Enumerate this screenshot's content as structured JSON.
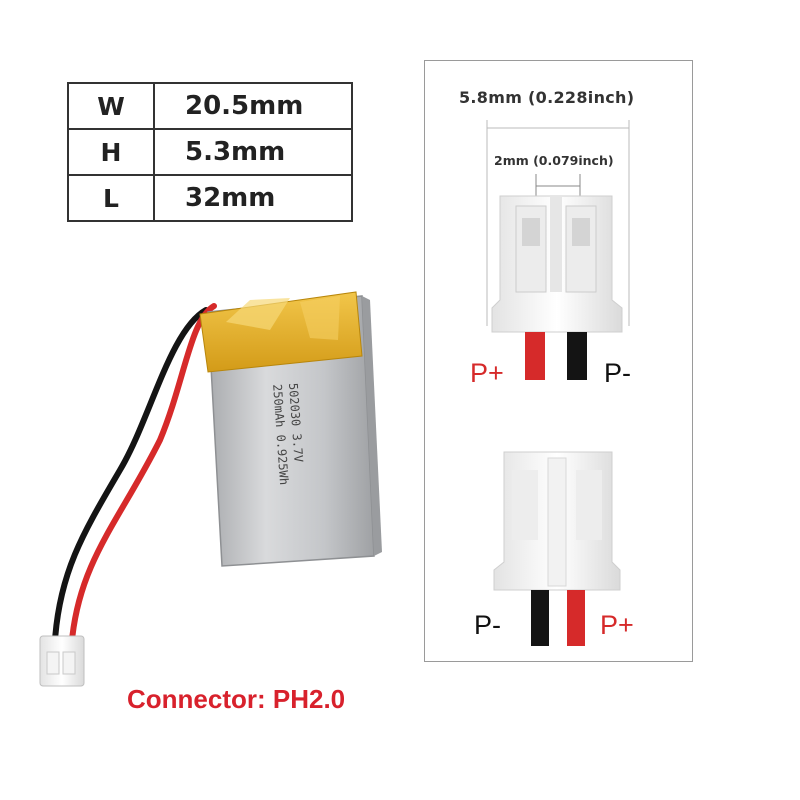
{
  "dimensions": [
    {
      "key": "W",
      "value": "20.5mm"
    },
    {
      "key": "H",
      "value": "5.3mm"
    },
    {
      "key": "L",
      "value": "32mm"
    }
  ],
  "battery_label": {
    "line1": "502030 3.7V",
    "line2": "250mAh 0.925Wh"
  },
  "connector_top": {
    "overall_width": "5.8mm (0.228inch)",
    "pin_pitch": "2mm (0.079inch)",
    "left_pole": "P+",
    "right_pole": "P-"
  },
  "connector_bottom": {
    "left_pole": "P-",
    "right_pole": "P+"
  },
  "caption": "Connector: PH2.0",
  "colors": {
    "red_wire": "#d62a2a",
    "black_wire": "#111111",
    "caption_red": "#d8212c",
    "battery_silver": "#c7c9cc",
    "tape_yellow": "#e3b52e"
  }
}
